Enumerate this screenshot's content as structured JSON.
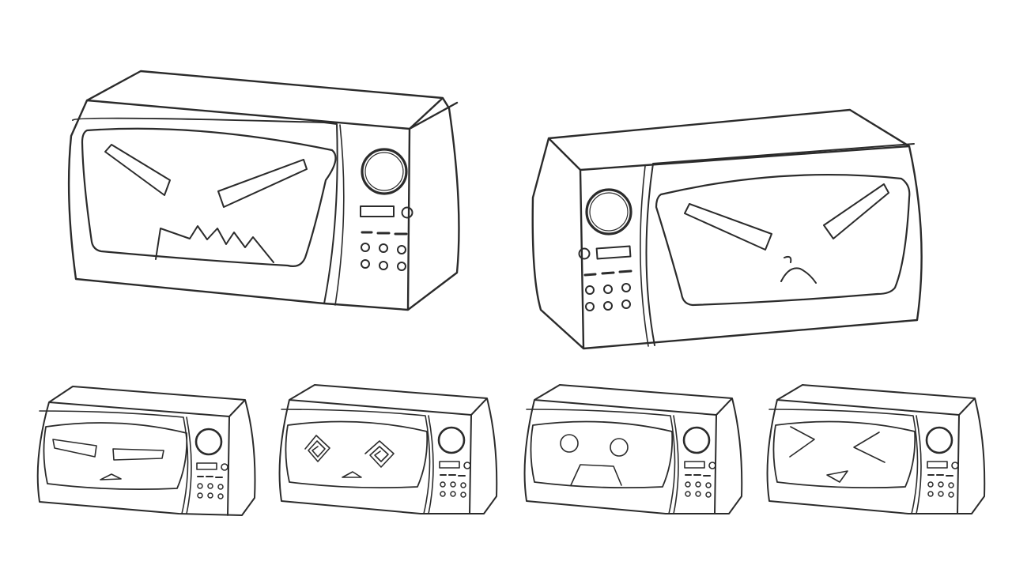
{
  "canvas": {
    "background": "#ffffff",
    "ink_color": "#2b2b2b"
  },
  "drawings": [
    {
      "subject": "microwave-angry-teeth",
      "expression": "angry"
    },
    {
      "subject": "microwave-annoyed-frown",
      "expression": "annoyed"
    },
    {
      "subject": "microwave-unimpressed",
      "expression": "unimpressed"
    },
    {
      "subject": "microwave-dizzy",
      "expression": "dizzy"
    },
    {
      "subject": "microwave-shocked",
      "expression": "shocked"
    },
    {
      "subject": "microwave-squint",
      "expression": "squinting"
    }
  ]
}
